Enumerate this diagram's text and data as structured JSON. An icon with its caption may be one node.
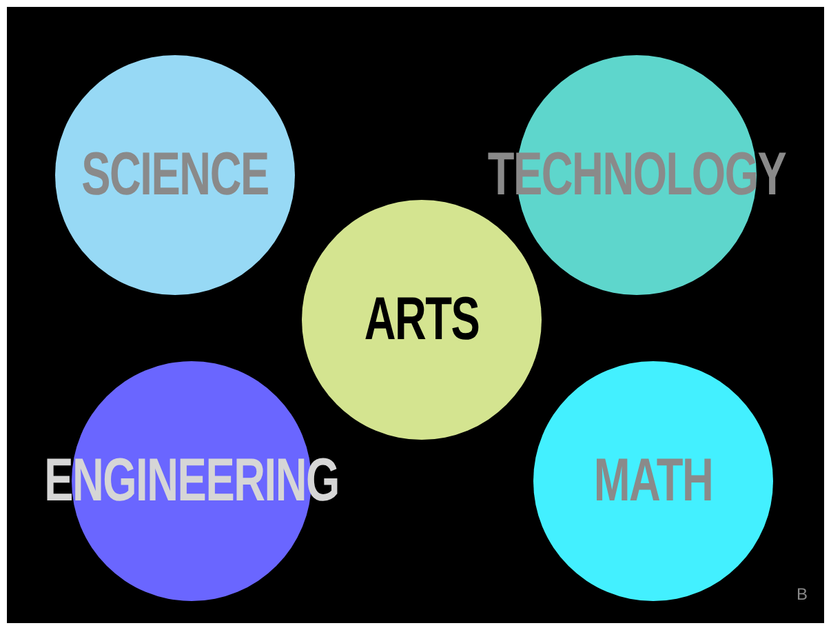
{
  "diagram": {
    "nodes": [
      {
        "text": [
          "SCIENCE"
        ]
      },
      {
        "text": [
          "TECHNOLOGY"
        ]
      },
      {
        "text": [
          "ARTS"
        ]
      },
      {
        "text": [
          "ENGINEERING"
        ]
      },
      {
        "text": [
          "MATH"
        ]
      }
    ],
    "labels": [
      "B"
    ]
  }
}
